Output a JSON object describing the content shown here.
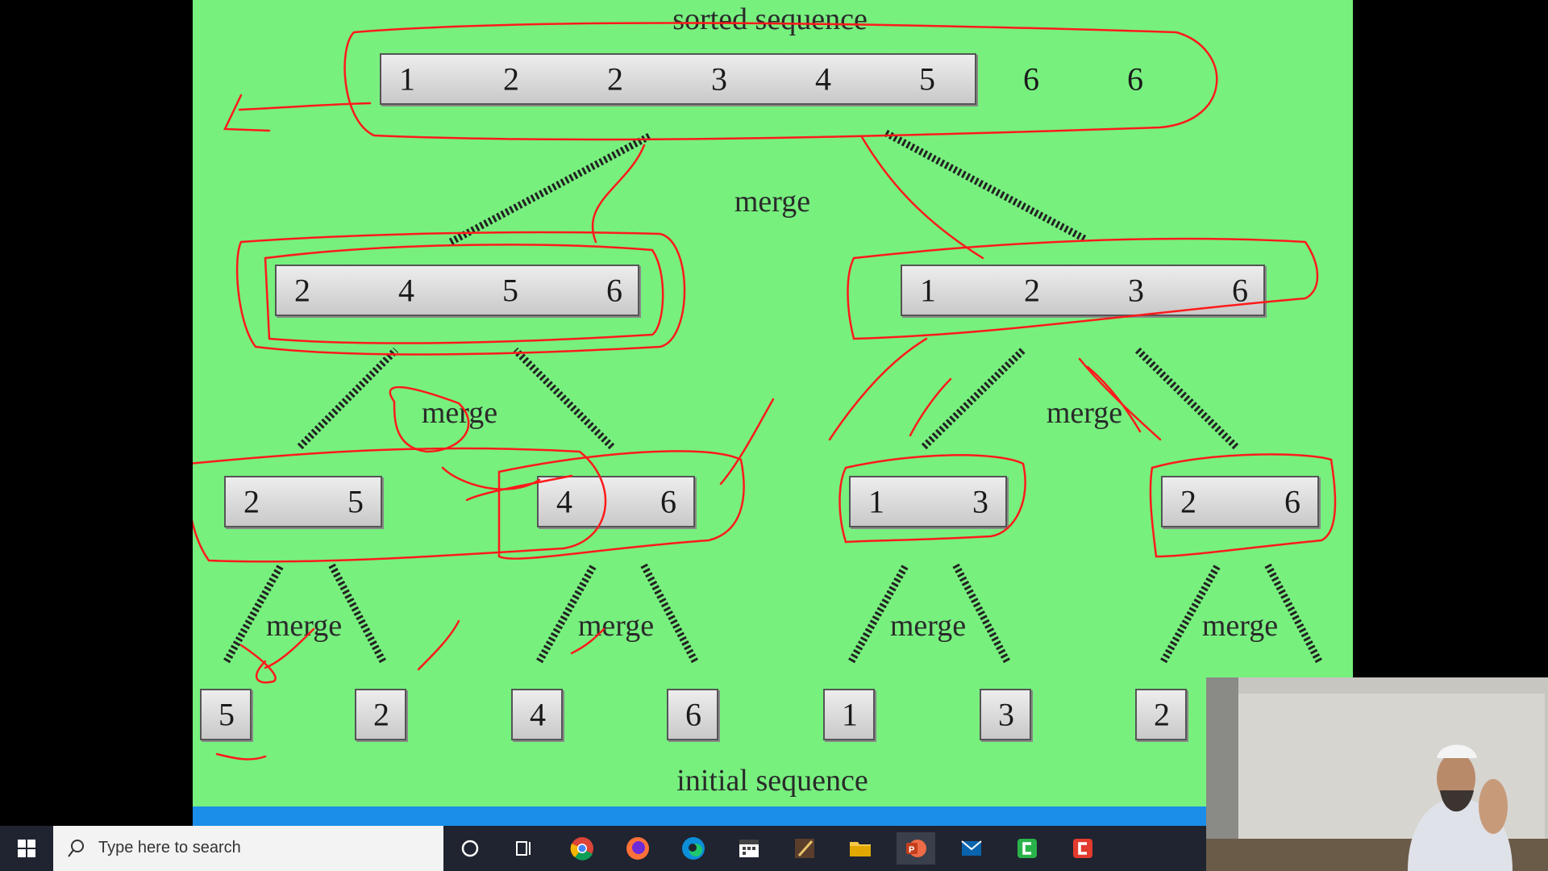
{
  "slide": {
    "top_label": "sorted sequence",
    "bottom_label": "initial sequence",
    "merge_label": "merge",
    "sorted": [
      "1",
      "2",
      "2",
      "3",
      "4",
      "5",
      "6",
      "6"
    ],
    "level2_left": [
      "2",
      "4",
      "5",
      "6"
    ],
    "level2_right": [
      "1",
      "2",
      "3",
      "6"
    ],
    "level3": [
      [
        "2",
        "5"
      ],
      [
        "4",
        "6"
      ],
      [
        "1",
        "3"
      ],
      [
        "2",
        "6"
      ]
    ],
    "initial": [
      "5",
      "2",
      "4",
      "6",
      "1",
      "3",
      "2"
    ]
  },
  "taskbar": {
    "search_placeholder": "Type here to search",
    "apps": [
      "cortana-icon",
      "task-view-icon",
      "chrome-icon",
      "firefox-icon",
      "edge-icon",
      "calendar-icon",
      "app-icon",
      "file-explorer-icon",
      "powerpoint-icon",
      "mail-icon",
      "camtasia-green-icon",
      "camtasia-red-icon"
    ]
  },
  "colors": {
    "slide_bg": "#77f07e",
    "ink": "#ff1a1a",
    "band": "#1a8ee8",
    "taskbar": "#1f2430"
  }
}
